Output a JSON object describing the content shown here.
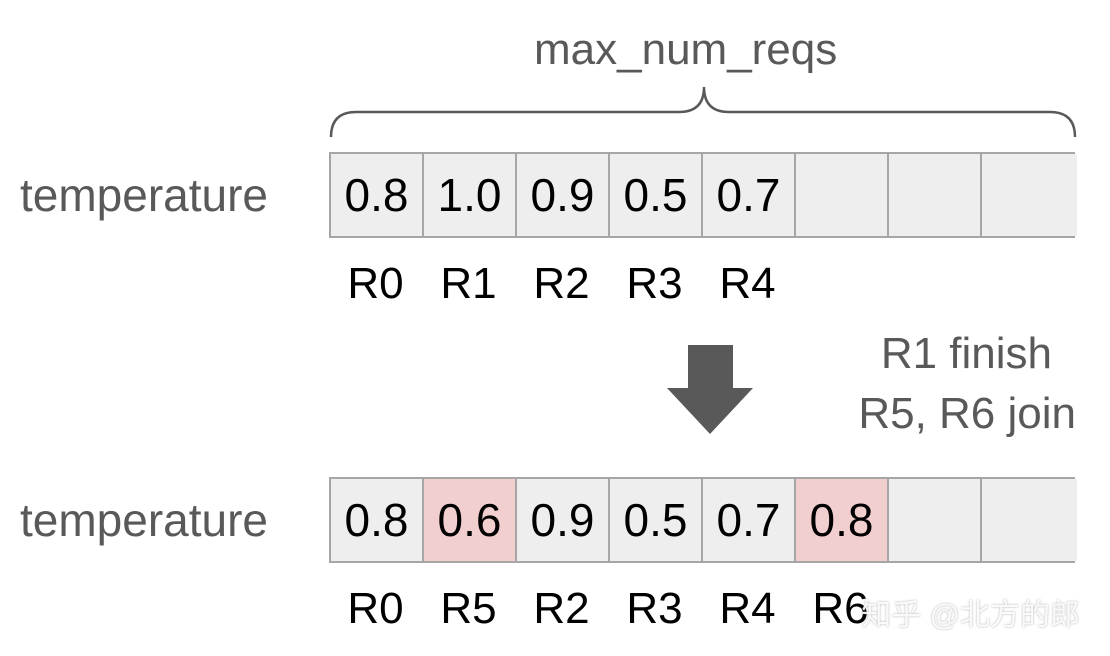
{
  "title": "max_num_reqs",
  "top": {
    "label": "temperature",
    "cells": [
      {
        "value": "0.8",
        "highlight": false
      },
      {
        "value": "1.0",
        "highlight": false
      },
      {
        "value": "0.9",
        "highlight": false
      },
      {
        "value": "0.5",
        "highlight": false
      },
      {
        "value": "0.7",
        "highlight": false
      },
      {
        "value": "",
        "highlight": false
      },
      {
        "value": "",
        "highlight": false
      },
      {
        "value": "",
        "highlight": false
      }
    ],
    "ids": [
      "R0",
      "R1",
      "R2",
      "R3",
      "R4"
    ]
  },
  "event": {
    "line1": "R1 finish",
    "line2": "R5, R6 join"
  },
  "bottom": {
    "label": "temperature",
    "cells": [
      {
        "value": "0.8",
        "highlight": false
      },
      {
        "value": "0.6",
        "highlight": true
      },
      {
        "value": "0.9",
        "highlight": false
      },
      {
        "value": "0.5",
        "highlight": false
      },
      {
        "value": "0.7",
        "highlight": false
      },
      {
        "value": "0.8",
        "highlight": true
      },
      {
        "value": "",
        "highlight": false
      },
      {
        "value": "",
        "highlight": false
      }
    ],
    "ids": [
      "R0",
      "R5",
      "R2",
      "R3",
      "R4",
      "R6"
    ]
  },
  "watermark": "知乎 @北方的郎",
  "colors": {
    "cell_fill": "#eeeeee",
    "highlight_fill": "#f2cfcf",
    "border": "#a6a6a6",
    "label_text": "#595959",
    "arrow": "#595959"
  }
}
